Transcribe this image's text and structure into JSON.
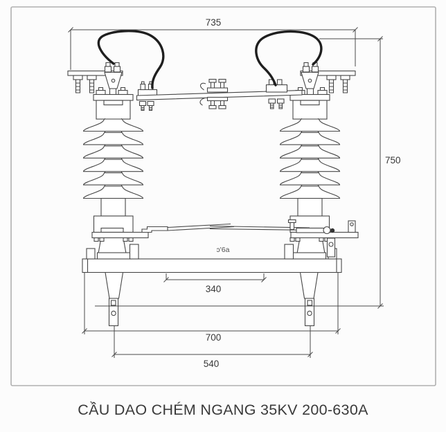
{
  "page": {
    "background": "#fcfcfc",
    "border_color": "#b0b0b0",
    "line_color": "#474747",
    "wire_color": "#1f1f1f",
    "text_color": "#3a3a3a"
  },
  "drawing": {
    "title": "CẦU DAO CHÉM NGANG 35KV 200-630A",
    "marking": "ɔ'6a",
    "dimensions": {
      "top_terminal_span": "735",
      "overall_height": "750",
      "base_slot_width": "340",
      "base_length": "700",
      "mounting_centers": "540"
    }
  }
}
